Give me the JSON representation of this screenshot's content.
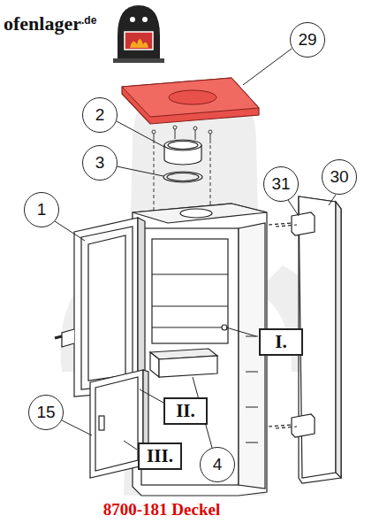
{
  "diagram": {
    "caption": "8700-181 Deckel",
    "nodes": [
      {
        "text": [
          "29"
        ]
      },
      {
        "text": [
          "2"
        ]
      },
      {
        "text": [
          "3"
        ]
      },
      {
        "text": [
          "1"
        ]
      },
      {
        "text": [
          "30"
        ]
      },
      {
        "text": [
          "31"
        ]
      },
      {
        "text": [
          "I."
        ]
      },
      {
        "text": [
          "II."
        ]
      },
      {
        "text": [
          "15"
        ]
      },
      {
        "text": [
          "III."
        ]
      },
      {
        "text": [
          "4"
        ]
      }
    ],
    "labels": [
      "ofenlager",
      ".de"
    ]
  }
}
